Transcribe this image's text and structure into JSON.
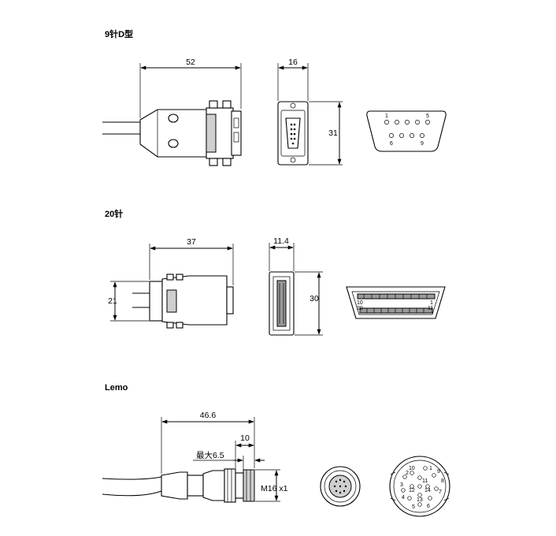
{
  "sections": [
    {
      "title": "9针D型",
      "dims": {
        "length": "52",
        "width": "16",
        "height": "31"
      },
      "pins": [
        "1",
        "5",
        "6",
        "9"
      ]
    },
    {
      "title": "20针",
      "dims": {
        "length": "37",
        "height": "21",
        "width": "11.4",
        "height2": "30"
      },
      "pins": [
        "10",
        "1",
        "20",
        "11"
      ]
    },
    {
      "title": "Lemo",
      "dims": {
        "length": "46.6",
        "partial": "10",
        "max": "最大6.5",
        "thread": "M16 x1"
      },
      "pins": [
        "1",
        "2",
        "3",
        "4",
        "5",
        "6",
        "7",
        "8",
        "9",
        "10",
        "11",
        "12",
        "13",
        "14"
      ]
    }
  ]
}
